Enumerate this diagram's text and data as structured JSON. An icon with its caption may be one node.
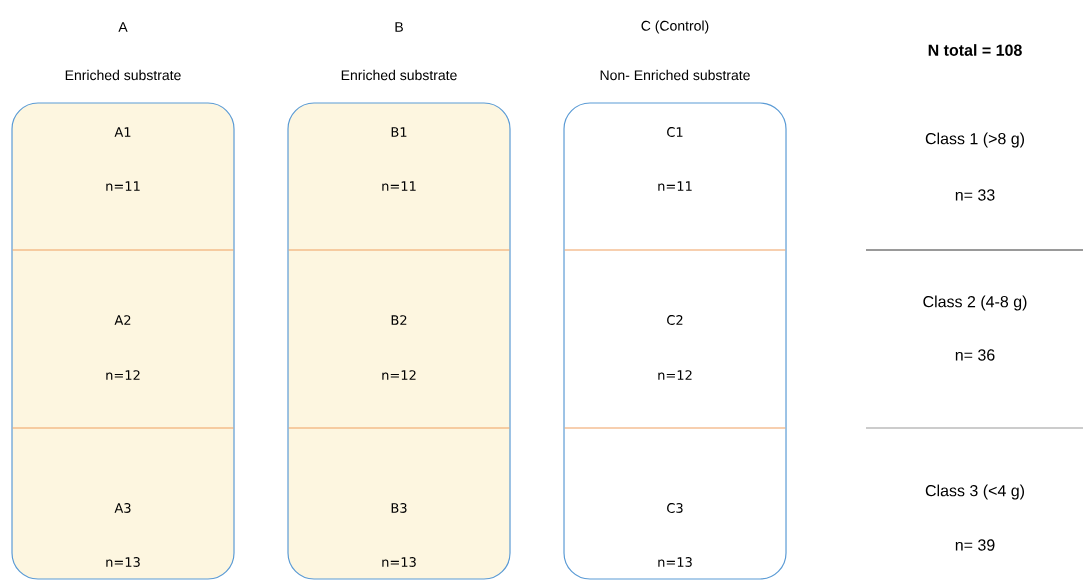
{
  "diagram": {
    "nodes": [
      {
        "text": [
          "A",
          "Enriched substrate"
        ]
      },
      {
        "text": [
          "A1",
          "n=11"
        ],
        "in": 0
      },
      {
        "text": [
          "A2",
          "n=12"
        ],
        "in": 0
      },
      {
        "text": [
          "A3",
          "n=13"
        ],
        "in": 0
      },
      {
        "text": [
          "B",
          "Enriched substrate"
        ]
      },
      {
        "text": [
          "B1",
          "n=11"
        ],
        "in": 4
      },
      {
        "text": [
          "B2",
          "n=12"
        ],
        "in": 4
      },
      {
        "text": [
          "B3",
          "n=13"
        ],
        "in": 4
      },
      {
        "text": [
          "C (Control)",
          "Non- Enriched substrate"
        ]
      },
      {
        "text": [
          "C1",
          "n=11"
        ],
        "in": 8
      },
      {
        "text": [
          "C2",
          "n=12"
        ],
        "in": 8
      },
      {
        "text": [
          "C3",
          "n=13"
        ],
        "in": 8
      }
    ],
    "labels": [
      "N total = 108",
      "Class 1 (>8 g)",
      "n= 33",
      "Class 2 (4-8 g)",
      "n= 36",
      "Class 3 (<4 g)",
      "n= 39"
    ]
  }
}
